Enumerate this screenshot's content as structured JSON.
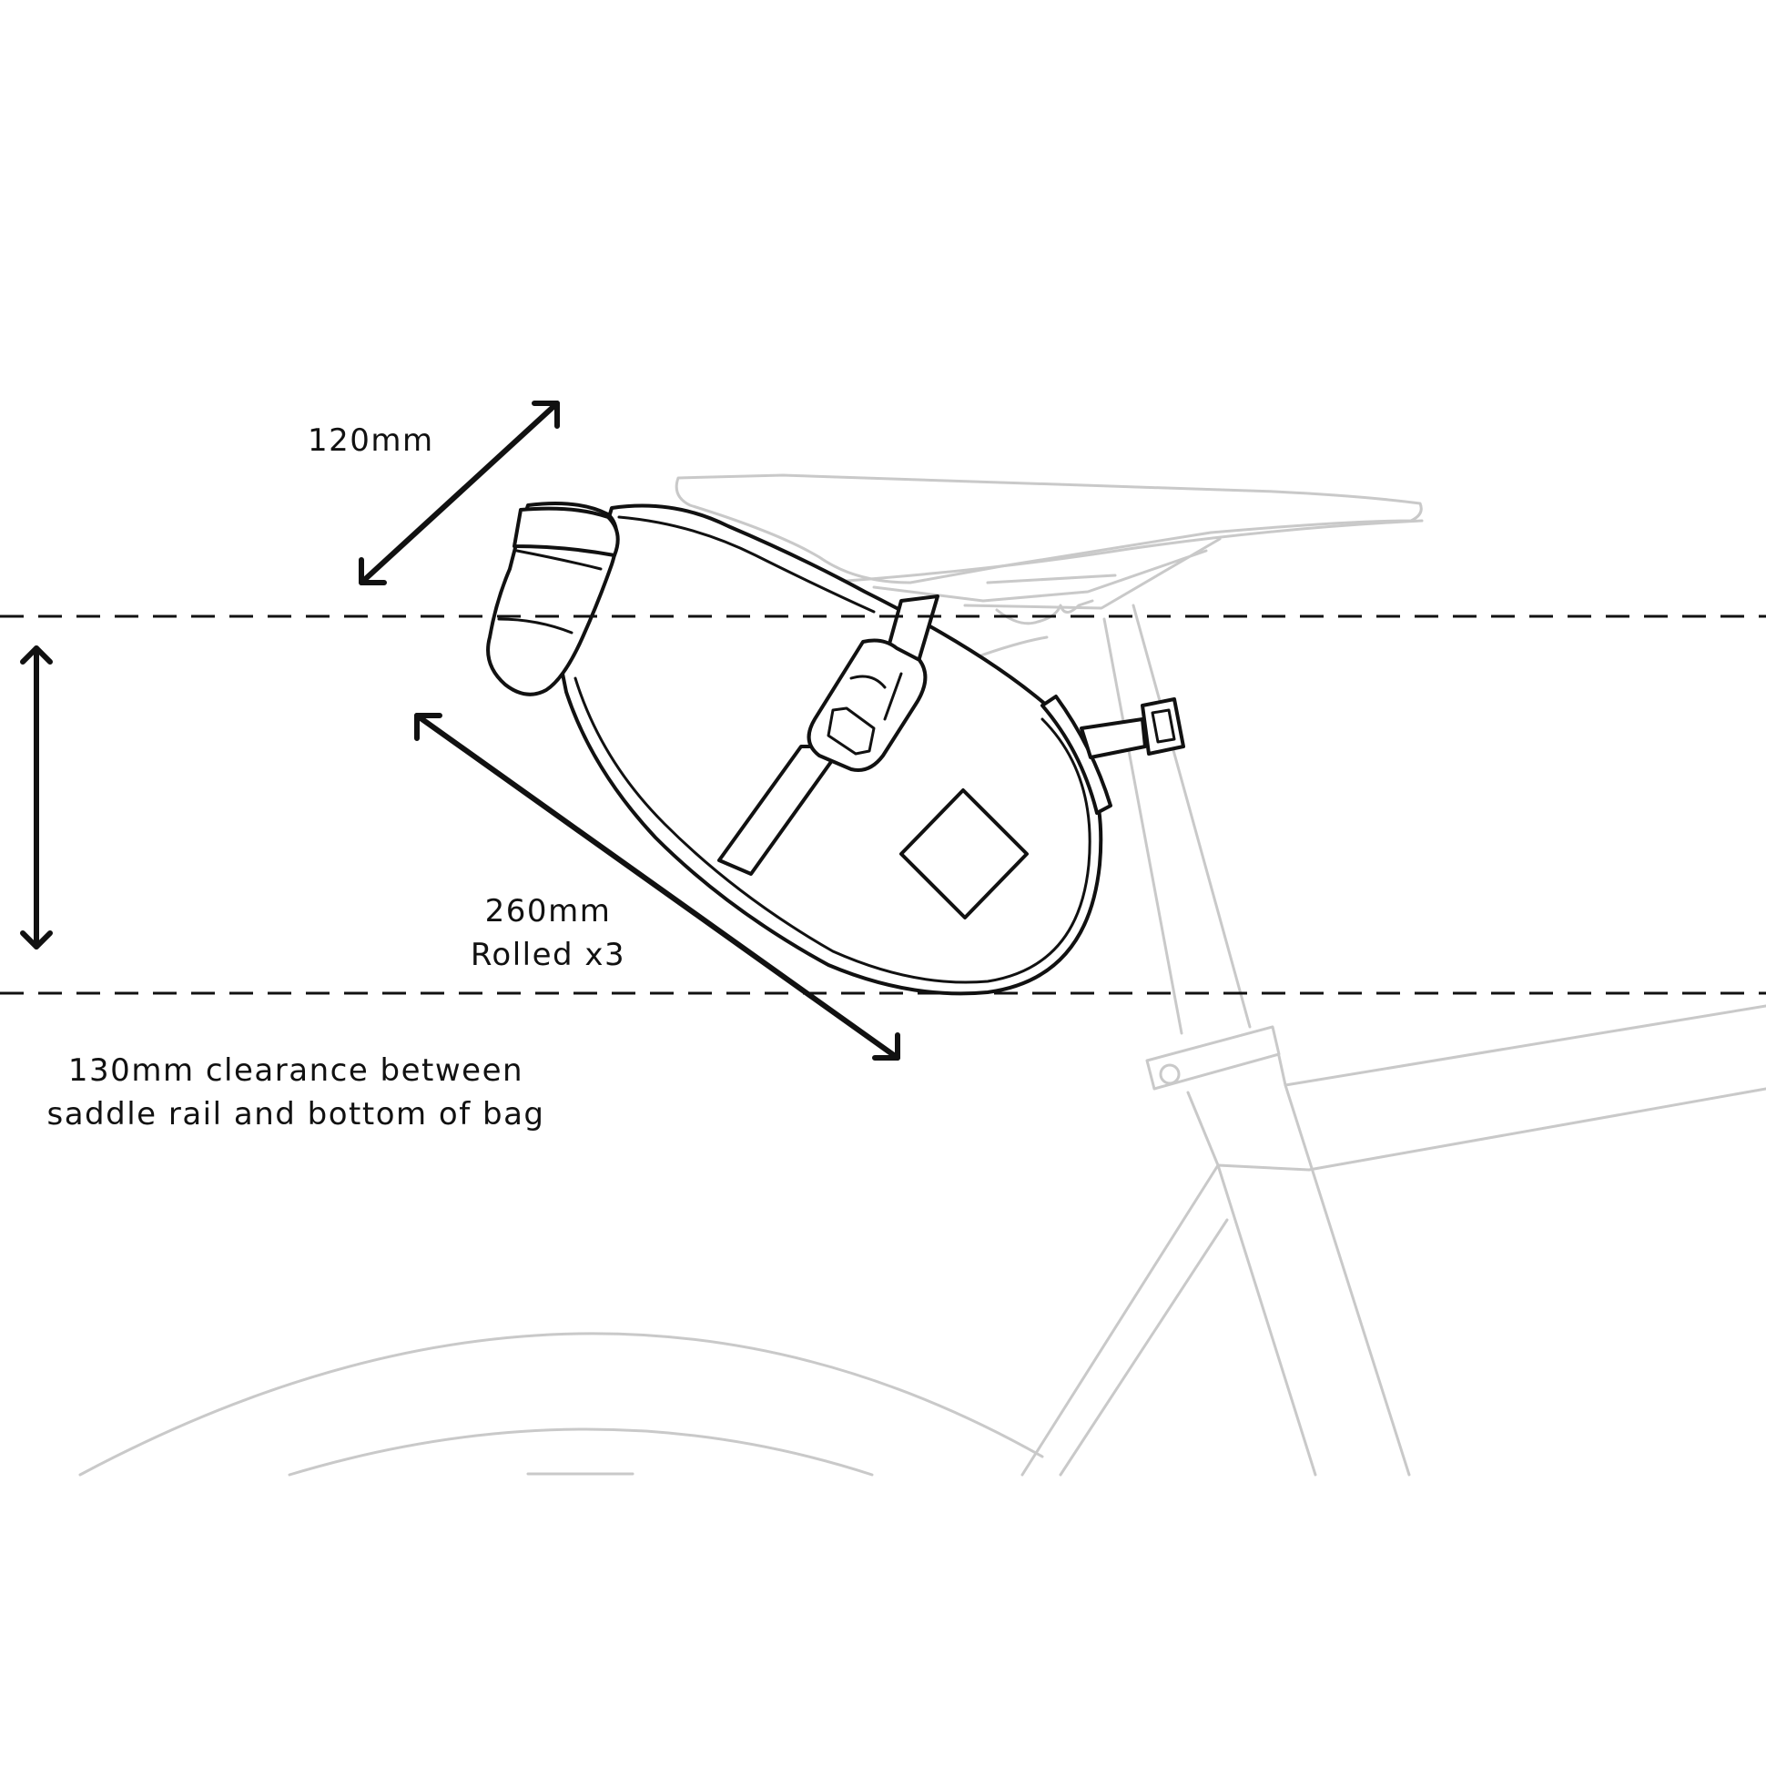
{
  "labels": {
    "width": "120mm",
    "length_value": "260mm",
    "length_note": "Rolled x3",
    "clearance_line1": "130mm clearance between",
    "clearance_line2": "saddle rail and bottom of bag"
  },
  "colors": {
    "ink": "#111111",
    "bike_outline": "#c9c9c9",
    "background": "#ffffff"
  }
}
